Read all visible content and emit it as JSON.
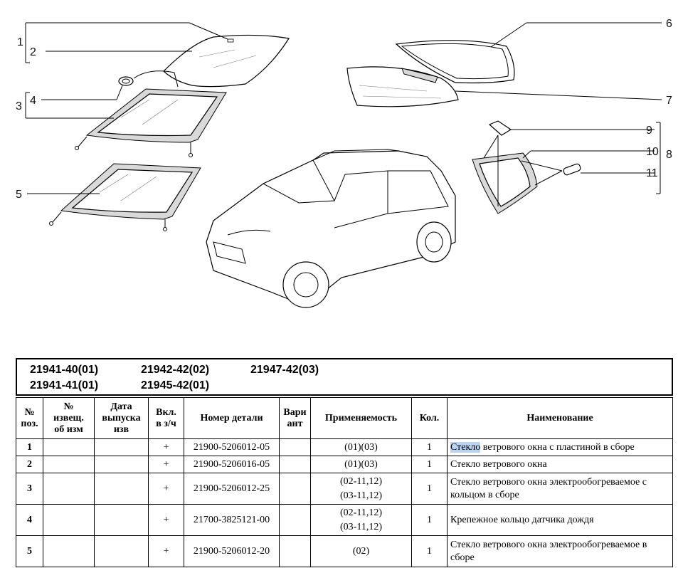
{
  "diagram": {
    "callouts": [
      "1",
      "2",
      "3",
      "4",
      "5",
      "6",
      "7",
      "8",
      "9",
      "10",
      "11"
    ]
  },
  "models": {
    "row1": [
      "21941-40(01)",
      "21942-42(02)",
      "21947-42(03)"
    ],
    "row2": [
      "21941-41(01)",
      "21945-42(01)"
    ]
  },
  "table": {
    "headers": {
      "pos": [
        "№",
        "поз."
      ],
      "notice": [
        "№",
        "извещ.",
        "об изм"
      ],
      "date": [
        "Дата",
        "выпуска",
        "изв"
      ],
      "spare": [
        "Вкл.",
        "в з/ч"
      ],
      "part_number": "Номер детали",
      "variant": [
        "Вари",
        "ант"
      ],
      "applicability": "Применяемость",
      "qty": "Кол.",
      "name": "Наименование"
    },
    "rows": [
      {
        "pos": "1",
        "notice": "",
        "date": "",
        "spare": "+",
        "part": "21900-5206012-05",
        "variant": "",
        "applic": [
          "(01)(03)"
        ],
        "qty": "1",
        "name_hl": "Стекло",
        "name": " ветрового окна с пластиной в сборе"
      },
      {
        "pos": "2",
        "notice": "",
        "date": "",
        "spare": "+",
        "part": "21900-5206016-05",
        "variant": "",
        "applic": [
          "(01)(03)"
        ],
        "qty": "1",
        "name_hl": "",
        "name": "Стекло ветрового окна"
      },
      {
        "pos": "3",
        "notice": "",
        "date": "",
        "spare": "+",
        "part": "21900-5206012-25",
        "variant": "",
        "applic": [
          "(02-11,12)",
          "(03-11,12)"
        ],
        "qty": "1",
        "name_hl": "",
        "name": "Стекло ветрового окна электрообогреваемое с кольцом в сборе"
      },
      {
        "pos": "4",
        "notice": "",
        "date": "",
        "spare": "+",
        "part": "21700-3825121-00",
        "variant": "",
        "applic": [
          "(02-11,12)",
          "(03-11,12)"
        ],
        "qty": "1",
        "name_hl": "",
        "name": "Крепежное кольцо датчика дождя"
      },
      {
        "pos": "5",
        "notice": "",
        "date": "",
        "spare": "+",
        "part": "21900-5206012-20",
        "variant": "",
        "applic": [
          "(02)"
        ],
        "qty": "1",
        "name_hl": "",
        "name": "Стекло ветрового окна электрообогреваемое в сборе"
      }
    ]
  }
}
